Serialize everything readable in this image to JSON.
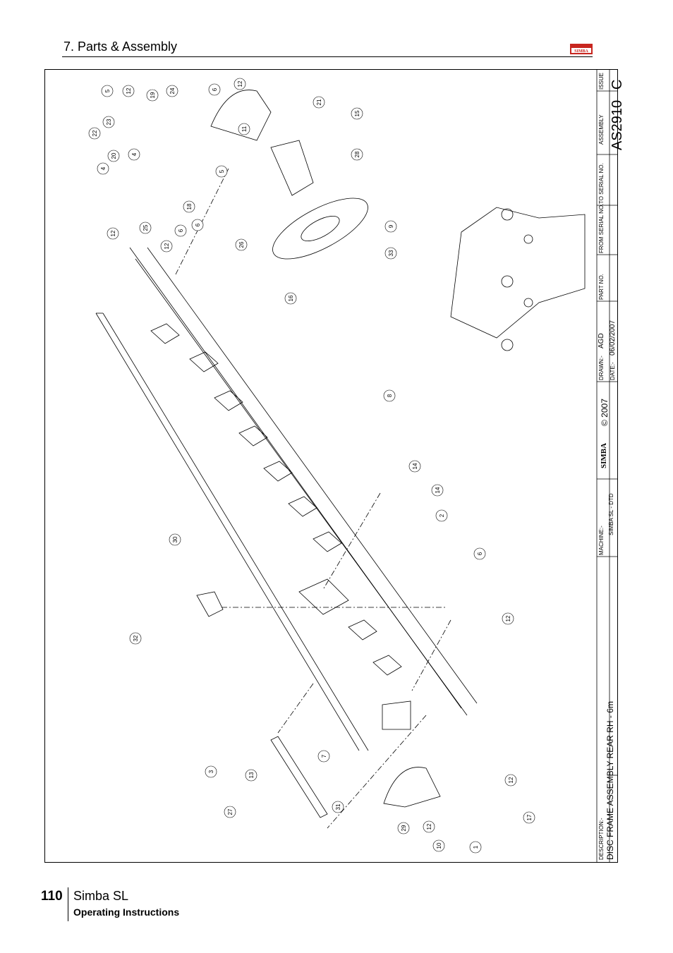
{
  "header": {
    "section_title": "7. Parts & Assembly",
    "logo_text": "SIMBA",
    "logo_color": "#c8261f"
  },
  "footer": {
    "page_number": "110",
    "product": "Simba SL",
    "subtitle": "Operating Instructions"
  },
  "title_block": {
    "issue_label": "ISSUE",
    "issue": "C",
    "assembly_label": "ASSEMBLY",
    "assembly_no": "AS2910",
    "to_serial_label": "TO SERIAL NO.",
    "from_serial_label": "FROM SERIAL NO.",
    "part_no_label": "PART NO.",
    "drawn_label": "DRAWN:-",
    "drawn": "AGD",
    "date_label": "DATE:-",
    "date": "06/02/2007",
    "copyright": "© 2007",
    "company": "SIMBA",
    "machine_label": "MACHINE:-",
    "machine": "SIMBA SL - DTD",
    "description_label": "DESCRIPTION:-",
    "description": "DISC FRAME ASSEMBLY REAR RH - 6m"
  },
  "callouts": [
    "5",
    "12",
    "19",
    "24",
    "6",
    "12",
    "21",
    "15",
    "23",
    "22",
    "4",
    "11",
    "20",
    "4",
    "5",
    "28",
    "18",
    "6",
    "12",
    "25",
    "12",
    "6",
    "26",
    "9",
    "33",
    "16",
    "8",
    "14",
    "14",
    "2",
    "30",
    "6",
    "12",
    "32",
    "3",
    "13",
    "7",
    "27",
    "31",
    "29",
    "12",
    "10",
    "1",
    "12",
    "17"
  ]
}
